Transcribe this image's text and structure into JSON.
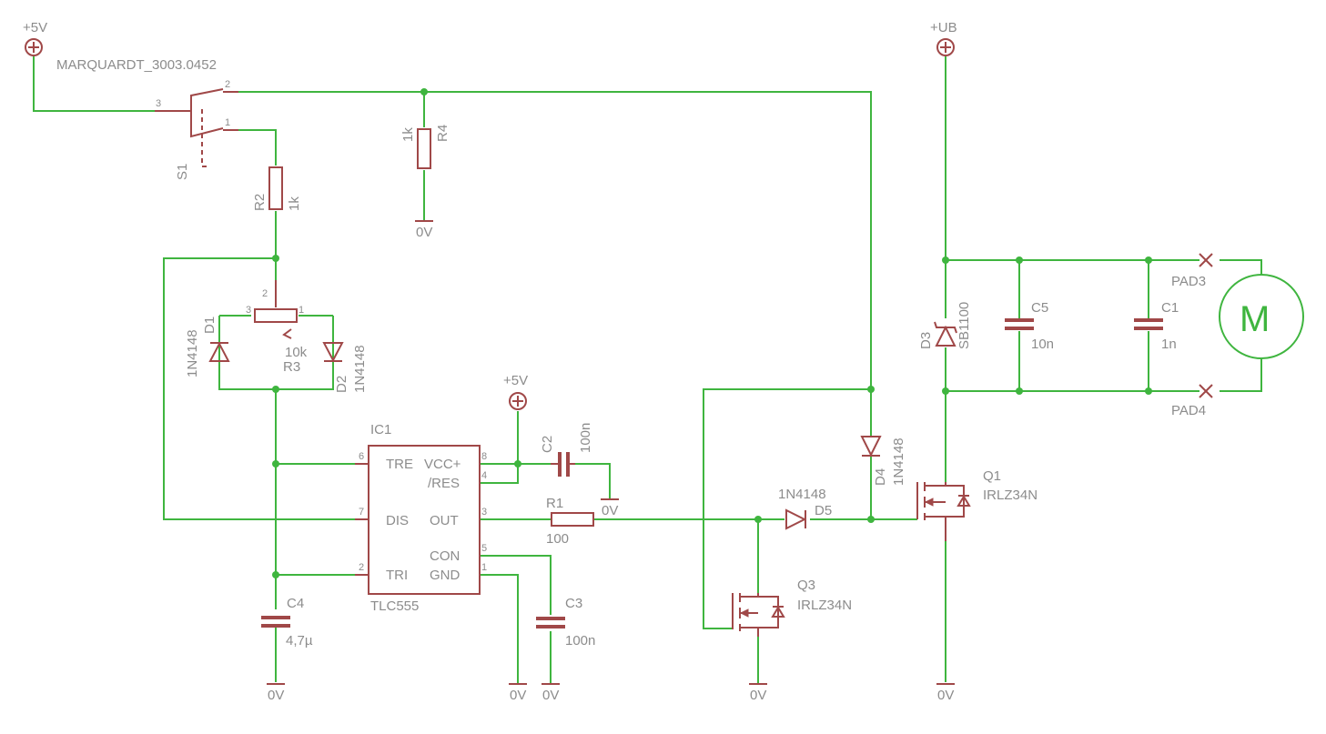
{
  "supply": {
    "plus5v_top": "+5V",
    "plus5v_ic": "+5V",
    "plus_ub": "+UB"
  },
  "switch": {
    "part": "MARQUARDT_3003.0452",
    "name": "S1",
    "pin1": "1",
    "pin2": "2",
    "pin3": "3"
  },
  "resistors": {
    "r1": {
      "name": "R1",
      "value": "100"
    },
    "r2": {
      "name": "R2",
      "value": "1k"
    },
    "r3": {
      "name": "R3",
      "value": "10k",
      "pin1": "1",
      "pin2": "2",
      "pin3": "3"
    },
    "r4": {
      "name": "R4",
      "value": "1k"
    }
  },
  "diodes": {
    "d1": {
      "name": "D1",
      "value": "1N4148"
    },
    "d2": {
      "name": "D2",
      "value": "1N4148"
    },
    "d3": {
      "name": "D3",
      "value": "SB1100"
    },
    "d4": {
      "name": "D4",
      "value": "1N4148"
    },
    "d5": {
      "name": "D5",
      "value": "1N4148"
    }
  },
  "capacitors": {
    "c1": {
      "name": "C1",
      "value": "1n"
    },
    "c2": {
      "name": "C2",
      "value": "100n"
    },
    "c3": {
      "name": "C3",
      "value": "100n"
    },
    "c4": {
      "name": "C4",
      "value": "4,7µ"
    },
    "c5": {
      "name": "C5",
      "value": "10n"
    }
  },
  "transistors": {
    "q1": {
      "name": "Q1",
      "value": "IRLZ34N"
    },
    "q3": {
      "name": "Q3",
      "value": "IRLZ34N"
    }
  },
  "ic": {
    "name": "IC1",
    "part": "TLC555",
    "pins": {
      "tre": "TRE",
      "vcc": "VCC+",
      "res": "/RES",
      "dis": "DIS",
      "out": "OUT",
      "con": "CON",
      "gnd": "GND",
      "tri": "TRI",
      "n6": "6",
      "n8": "8",
      "n4": "4",
      "n7": "7",
      "n3": "3",
      "n5": "5",
      "n1": "1",
      "n2": "2"
    }
  },
  "pads": {
    "pad3": "PAD3",
    "pad4": "PAD4"
  },
  "motor": {
    "label": "M"
  },
  "ground": {
    "label": "0V"
  },
  "colors": {
    "wire": "#3fb53f",
    "component": "#a04848",
    "text": "#8c8c8c",
    "background": "#ffffff"
  }
}
